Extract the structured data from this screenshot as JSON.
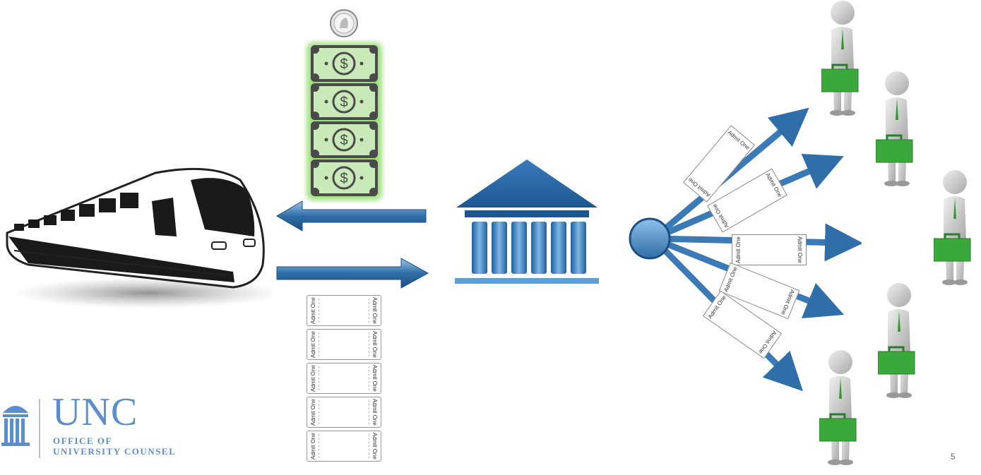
{
  "ticket_text": "Admit One",
  "logo": {
    "name": "UNC",
    "line1": "OFFICE OF",
    "line2": "UNIVERSITY COUNSEL"
  },
  "page_number": "5",
  "colors": {
    "arrow_blue": "#2f6ea8",
    "bank_blue": "#1f5f9a",
    "money_green": "#8fd86a",
    "briefcase_green": "#3aa83a",
    "logo_blue": "#5e8ec9"
  }
}
